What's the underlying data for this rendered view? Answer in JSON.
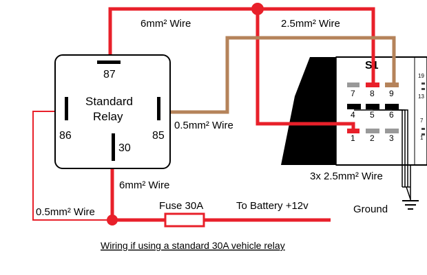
{
  "relay": {
    "title_line1": "Standard",
    "title_line2": "Relay",
    "pin_87": "87",
    "pin_86": "86",
    "pin_85": "85",
    "pin_30": "30"
  },
  "connector": {
    "label": "S1",
    "pins_top": [
      "7",
      "8",
      "9"
    ],
    "pins_mid": [
      "4",
      "5",
      "6"
    ],
    "pins_bot": [
      "1",
      "2",
      "3"
    ],
    "side_pins": [
      "19",
      "13",
      "7",
      "1"
    ]
  },
  "wires": {
    "top_left": "6mm² Wire",
    "top_right": "2.5mm² Wire",
    "control": "0.5mm² Wire",
    "pin30": "6mm² Wire",
    "ground_lead": "0.5mm² Wire",
    "loom": "3x 2.5mm² Wire"
  },
  "power": {
    "fuse": "Fuse 30A",
    "battery": "To Battery +12v",
    "ground": "Ground"
  },
  "caption": "Wiring if using a standard 30A vehicle relay",
  "colors": {
    "power_wire": "#e8202a",
    "signal_wire": "#b5835a",
    "relay_body": "#ffffff",
    "connector_face": "#000000"
  }
}
